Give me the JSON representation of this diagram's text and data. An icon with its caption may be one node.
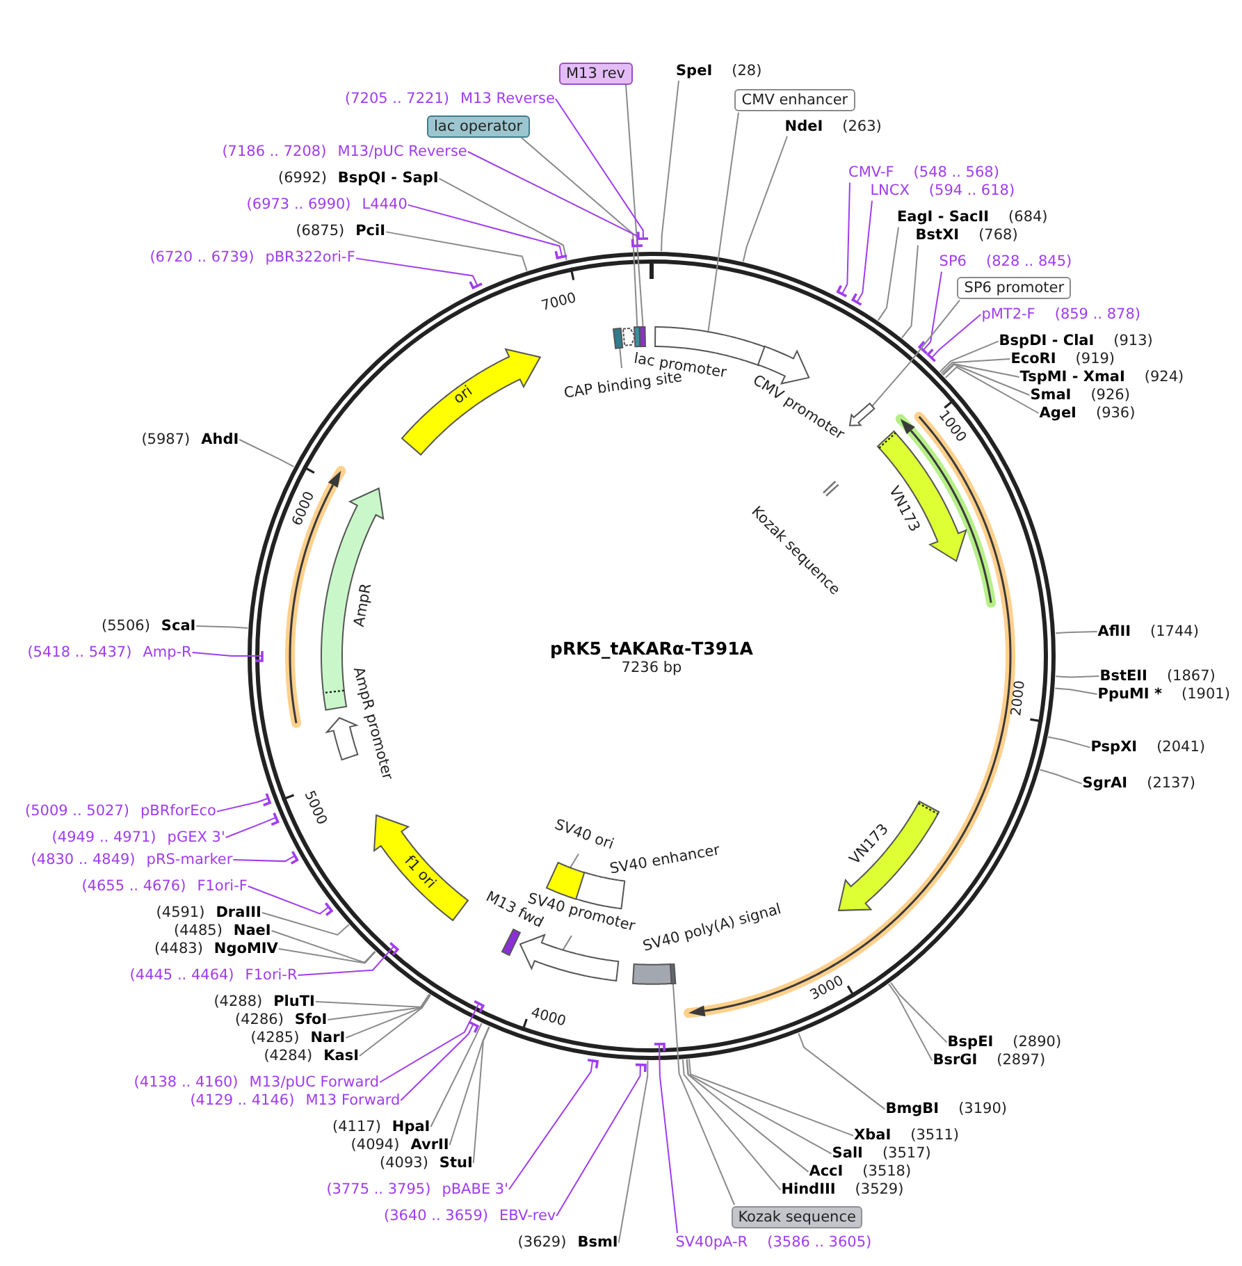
{
  "diagram": {
    "title": "pRK5_tAKARα-T391A",
    "nodes": [
      {
        "text": [
          "M13 rev"
        ]
      },
      {
        "text": [
          "(7205 .. 7221)",
          "M13 Reverse"
        ]
      },
      {
        "text": [
          "lac operator"
        ]
      },
      {
        "text": [
          "(7186 .. 7208)",
          "M13/pUC Reverse"
        ]
      },
      {
        "text": [
          "(6992)",
          "BspQI - SapI"
        ]
      },
      {
        "text": [
          "(6973 .. 6990)",
          "L4440"
        ]
      },
      {
        "text": [
          "(6875)",
          "PciI"
        ]
      },
      {
        "text": [
          "(6720 .. 6739)",
          "pBR322ori-F"
        ]
      },
      {
        "text": [
          "SpeI",
          "(28)"
        ]
      },
      {
        "text": [
          "CMV enhancer"
        ]
      },
      {
        "text": [
          "NdeI",
          "(263)"
        ]
      },
      {
        "text": [
          "CMV-F",
          "(548 .. 568)"
        ]
      },
      {
        "text": [
          "LNCX",
          "(594 .. 618)"
        ]
      },
      {
        "text": [
          "EagI - SacII",
          "(684)"
        ]
      },
      {
        "text": [
          "BstXI",
          "(768)"
        ]
      },
      {
        "text": [
          "SP6",
          "(828 .. 845)"
        ]
      },
      {
        "text": [
          "SP6 promoter"
        ]
      },
      {
        "text": [
          "pMT2-F",
          "(859 .. 878)"
        ]
      },
      {
        "text": [
          "BspDI - ClaI",
          "(913)"
        ]
      },
      {
        "text": [
          "EcoRI",
          "(919)"
        ]
      },
      {
        "text": [
          "TspMI - XmaI",
          "(924)"
        ]
      },
      {
        "text": [
          "SmaI",
          "(926)"
        ]
      },
      {
        "text": [
          "AgeI",
          "(936)"
        ]
      },
      {
        "text": [
          "AflII",
          "(1744)"
        ]
      },
      {
        "text": [
          "BstEII",
          "(1867)"
        ]
      },
      {
        "text": [
          "PpuMI *",
          "(1901)"
        ]
      },
      {
        "text": [
          "PspXI",
          "(2041)"
        ]
      },
      {
        "text": [
          "SgrAI",
          "(2137)"
        ]
      },
      {
        "text": [
          "BspEI",
          "(2890)"
        ]
      },
      {
        "text": [
          "BsrGI",
          "(2897)"
        ]
      },
      {
        "text": [
          "BmgBI",
          "(3190)"
        ]
      },
      {
        "text": [
          "XbaI",
          "(3511)"
        ]
      },
      {
        "text": [
          "SalI",
          "(3517)"
        ]
      },
      {
        "text": [
          "AccI",
          "(3518)"
        ]
      },
      {
        "text": [
          "HindIII",
          "(3529)"
        ]
      },
      {
        "text": [
          "Kozak sequence"
        ]
      },
      {
        "text": [
          "SV40pA-R",
          "(3586 .. 3605)"
        ]
      },
      {
        "text": [
          "(3629)",
          "BsmI"
        ]
      },
      {
        "text": [
          "(3640 .. 3659)",
          "EBV-rev"
        ]
      },
      {
        "text": [
          "(3775 .. 3795)",
          "pBABE 3'"
        ]
      },
      {
        "text": [
          "(4093)",
          "StuI"
        ]
      },
      {
        "text": [
          "(4094)",
          "AvrII"
        ]
      },
      {
        "text": [
          "(4117)",
          "HpaI"
        ]
      },
      {
        "text": [
          "(4129 .. 4146)",
          "M13 Forward"
        ]
      },
      {
        "text": [
          "(4138 .. 4160)",
          "M13/pUC Forward"
        ]
      },
      {
        "text": [
          "(4284)",
          "KasI"
        ]
      },
      {
        "text": [
          "(4285)",
          "NarI"
        ]
      },
      {
        "text": [
          "(4286)",
          "SfoI"
        ]
      },
      {
        "text": [
          "(4288)",
          "PluTI"
        ]
      },
      {
        "text": [
          "(4445 .. 4464)",
          "F1ori-R"
        ]
      },
      {
        "text": [
          "(4483)",
          "NgoMIV"
        ]
      },
      {
        "text": [
          "(4485)",
          "NaeI"
        ]
      },
      {
        "text": [
          "(4591)",
          "DraIII"
        ]
      },
      {
        "text": [
          "(4655 .. 4676)",
          "F1ori-F"
        ]
      },
      {
        "text": [
          "(4830 .. 4849)",
          "pRS-marker"
        ]
      },
      {
        "text": [
          "(4949 .. 4971)",
          "pGEX 3'"
        ]
      },
      {
        "text": [
          "(5009 .. 5027)",
          "pBRforEco"
        ]
      },
      {
        "text": [
          "(5418 .. 5437)",
          "Amp-R"
        ]
      },
      {
        "text": [
          "(5506)",
          "ScaI"
        ]
      },
      {
        "text": [
          "(5987)",
          "AhdI"
        ]
      },
      {
        "text": [
          "CAP binding site"
        ]
      },
      {
        "text": [],
        "shape": "box"
      },
      {
        "text": [
          "lac promoter"
        ]
      },
      {
        "text": [],
        "shape": "box"
      },
      {
        "text": [],
        "shape": "box"
      },
      {
        "text": [],
        "shape": "box"
      },
      {
        "text": [
          "CMV promoter"
        ]
      },
      {
        "text": [],
        "shape": "arrow"
      },
      {
        "text": [
          "Kozak sequence"
        ]
      },
      {
        "text": [
          "VN173"
        ]
      },
      {
        "text": [
          "VN173"
        ]
      },
      {
        "text": [
          "SV40 poly(A) signal"
        ]
      },
      {
        "text": [],
        "shape": "bar"
      },
      {
        "text": [
          "SV40 enhancer"
        ]
      },
      {
        "text": [
          "SV40 ori"
        ]
      },
      {
        "text": [],
        "shape": "box"
      },
      {
        "text": [
          "SV40 promoter"
        ]
      },
      {
        "text": [],
        "shape": "arrow"
      },
      {
        "text": [
          "M13 fwd"
        ]
      },
      {
        "text": [
          "f1 ori"
        ]
      },
      {
        "text": [
          "AmpR promoter"
        ]
      },
      {
        "text": [
          "AmpR"
        ]
      },
      {
        "text": [
          "ori"
        ]
      }
    ],
    "edges": [
      {
        "from": 0,
        "to": 64,
        "arrow": "none"
      },
      {
        "from": 1,
        "to": null,
        "arrow": "other",
        "color": "#a03cf0"
      },
      {
        "from": 2,
        "to": 63,
        "arrow": "none"
      },
      {
        "from": 3,
        "to": null,
        "arrow": "other",
        "color": "#a03cf0"
      },
      {
        "from": 4,
        "to": null,
        "arrow": "none"
      },
      {
        "from": 5,
        "to": null,
        "arrow": "other",
        "color": "#a03cf0"
      },
      {
        "from": 6,
        "to": null,
        "arrow": "none"
      },
      {
        "from": 7,
        "to": null,
        "arrow": "other",
        "color": "#a03cf0"
      },
      {
        "from": 8,
        "to": null,
        "arrow": "none"
      },
      {
        "from": 9,
        "to": 65,
        "arrow": "none"
      },
      {
        "from": 10,
        "to": null,
        "arrow": "none"
      },
      {
        "from": 11,
        "to": null,
        "arrow": "other",
        "color": "#a03cf0"
      },
      {
        "from": 12,
        "to": null,
        "arrow": "other",
        "color": "#a03cf0"
      },
      {
        "from": 13,
        "to": null,
        "arrow": "none"
      },
      {
        "from": 14,
        "to": null,
        "arrow": "none"
      },
      {
        "from": 15,
        "to": null,
        "arrow": "other",
        "color": "#a03cf0"
      },
      {
        "from": 16,
        "to": 67,
        "arrow": "none"
      },
      {
        "from": 17,
        "to": null,
        "arrow": "other",
        "color": "#a03cf0"
      },
      {
        "from": 18,
        "to": null,
        "arrow": "none"
      },
      {
        "from": 19,
        "to": null,
        "arrow": "none"
      },
      {
        "from": 20,
        "to": null,
        "arrow": "none"
      },
      {
        "from": 21,
        "to": null,
        "arrow": "none"
      },
      {
        "from": 22,
        "to": null,
        "arrow": "none"
      },
      {
        "from": 23,
        "to": null,
        "arrow": "none"
      },
      {
        "from": 24,
        "to": null,
        "arrow": "none"
      },
      {
        "from": 25,
        "to": null,
        "arrow": "none"
      },
      {
        "from": 26,
        "to": null,
        "arrow": "none"
      },
      {
        "from": 27,
        "to": null,
        "arrow": "none"
      },
      {
        "from": 28,
        "to": null,
        "arrow": "none"
      },
      {
        "from": 29,
        "to": null,
        "arrow": "none"
      },
      {
        "from": 30,
        "to": null,
        "arrow": "none"
      },
      {
        "from": 31,
        "to": null,
        "arrow": "none"
      },
      {
        "from": 32,
        "to": null,
        "arrow": "none"
      },
      {
        "from": 33,
        "to": null,
        "arrow": "none"
      },
      {
        "from": 34,
        "to": null,
        "arrow": "none"
      },
      {
        "from": 35,
        "to": 72,
        "arrow": "none"
      },
      {
        "from": 36,
        "to": null,
        "arrow": "other",
        "color": "#a03cf0"
      },
      {
        "from": 37,
        "to": null,
        "arrow": "none"
      },
      {
        "from": 38,
        "to": null,
        "arrow": "other",
        "color": "#a03cf0"
      },
      {
        "from": 39,
        "to": null,
        "arrow": "other",
        "color": "#a03cf0"
      },
      {
        "from": 40,
        "to": null,
        "arrow": "none"
      },
      {
        "from": 41,
        "to": null,
        "arrow": "none"
      },
      {
        "from": 42,
        "to": null,
        "arrow": "none"
      },
      {
        "from": 43,
        "to": null,
        "arrow": "other",
        "color": "#a03cf0"
      },
      {
        "from": 44,
        "to": null,
        "arrow": "other",
        "color": "#a03cf0"
      },
      {
        "from": 45,
        "to": null,
        "arrow": "none"
      },
      {
        "from": 46,
        "to": null,
        "arrow": "none"
      },
      {
        "from": 47,
        "to": null,
        "arrow": "none"
      },
      {
        "from": 48,
        "to": null,
        "arrow": "none"
      },
      {
        "from": 49,
        "to": null,
        "arrow": "other",
        "color": "#a03cf0"
      },
      {
        "from": 50,
        "to": null,
        "arrow": "none"
      },
      {
        "from": 51,
        "to": null,
        "arrow": "none"
      },
      {
        "from": 52,
        "to": null,
        "arrow": "none"
      },
      {
        "from": 53,
        "to": null,
        "arrow": "other",
        "color": "#a03cf0"
      },
      {
        "from": 54,
        "to": null,
        "arrow": "other",
        "color": "#a03cf0"
      },
      {
        "from": 55,
        "to": null,
        "arrow": "other",
        "color": "#a03cf0"
      },
      {
        "from": 56,
        "to": null,
        "arrow": "other",
        "color": "#a03cf0"
      },
      {
        "from": 57,
        "to": null,
        "arrow": "other",
        "color": "#a03cf0"
      },
      {
        "from": 58,
        "to": null,
        "arrow": "none"
      },
      {
        "from": 59,
        "to": null,
        "arrow": "none"
      },
      {
        "from": 60,
        "to": 61,
        "arrow": "none"
      },
      {
        "from": 74,
        "to": 75,
        "arrow": "none"
      },
      {
        "from": 76,
        "to": 77,
        "arrow": "none"
      }
    ],
    "labels": [
      "7000",
      "1000",
      "6000",
      "7236 bp",
      "2000",
      "5000",
      "3000",
      "4000"
    ]
  }
}
